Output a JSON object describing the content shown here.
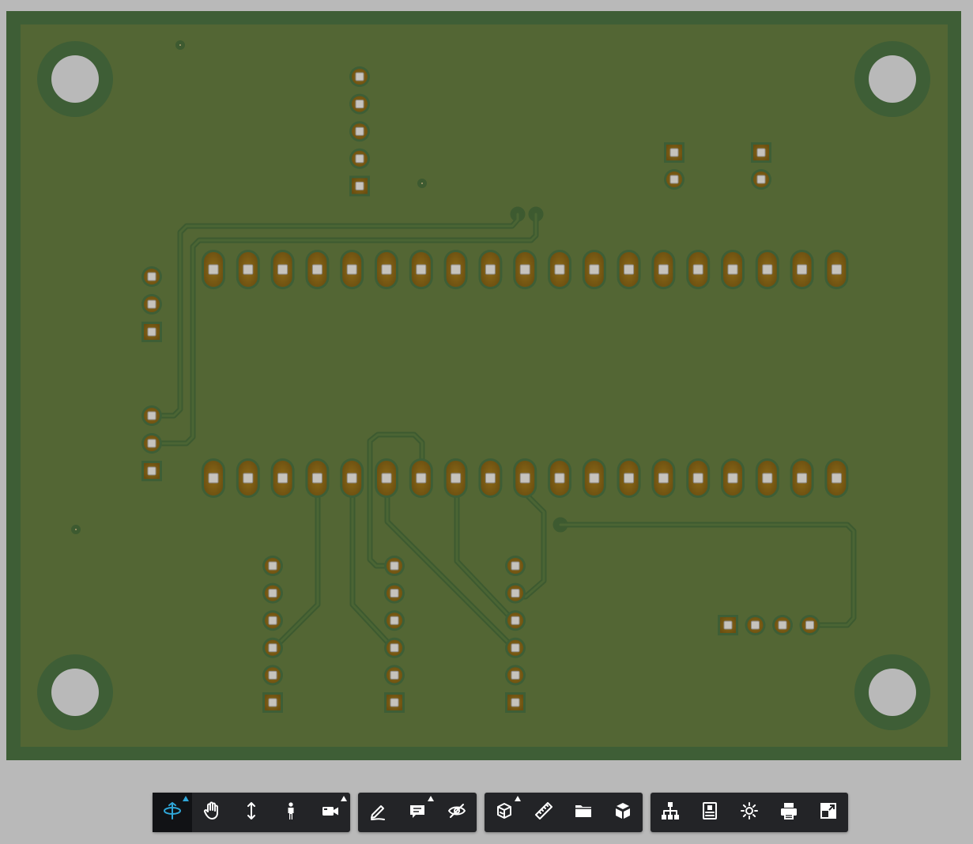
{
  "viewer": {
    "background_color": "#b9b9b9",
    "board": {
      "substrate_color": "#3e5e36",
      "mask_color": "#536634",
      "pad_color": "#7a5a14",
      "trace_color": "#3f5a31",
      "mounting_holes": 4,
      "pin_rows": [
        {
          "name": "upper-header-row",
          "pins": 19
        },
        {
          "name": "lower-header-row",
          "pins": 19
        }
      ],
      "connectors": [
        {
          "name": "top-5-pin-header",
          "pins": 5
        },
        {
          "name": "left-3-pin-header-upper",
          "pins": 3
        },
        {
          "name": "left-3-pin-header-lower",
          "pins": 3
        },
        {
          "name": "right-2-pin-header-a",
          "pins": 2
        },
        {
          "name": "right-2-pin-header-b",
          "pins": 2
        },
        {
          "name": "bottom-6-pin-header-a",
          "pins": 6
        },
        {
          "name": "bottom-6-pin-header-b",
          "pins": 6
        },
        {
          "name": "bottom-6-pin-header-c",
          "pins": 6
        },
        {
          "name": "bottom-right-4-pin-header",
          "pins": 4
        }
      ]
    }
  },
  "toolbar": {
    "accent_color": "#2fa6d8",
    "groups": [
      {
        "name": "navigation-tools",
        "tools": [
          {
            "id": "orbit",
            "icon": "orbit-icon",
            "active": true,
            "flyout": true
          },
          {
            "id": "pan",
            "icon": "pan-hand-icon",
            "active": false,
            "flyout": false
          },
          {
            "id": "zoom",
            "icon": "zoom-arrows-icon",
            "active": false,
            "flyout": false
          },
          {
            "id": "first-person",
            "icon": "person-icon",
            "active": false,
            "flyout": false
          },
          {
            "id": "camera",
            "icon": "video-camera-icon",
            "active": false,
            "flyout": true
          }
        ]
      },
      {
        "name": "markup-tools",
        "tools": [
          {
            "id": "markup",
            "icon": "pencil-icon",
            "active": false,
            "flyout": false
          },
          {
            "id": "comment",
            "icon": "comment-icon",
            "active": false,
            "flyout": true
          },
          {
            "id": "hide",
            "icon": "eye-hidden-icon",
            "active": false,
            "flyout": false
          }
        ]
      },
      {
        "name": "analysis-tools",
        "tools": [
          {
            "id": "section",
            "icon": "section-box-icon",
            "active": false,
            "flyout": true
          },
          {
            "id": "measure",
            "icon": "ruler-icon",
            "active": false,
            "flyout": false
          },
          {
            "id": "folder",
            "icon": "folder-icon",
            "active": false,
            "flyout": false
          },
          {
            "id": "explode",
            "icon": "cube-explode-icon",
            "active": false,
            "flyout": false
          }
        ]
      },
      {
        "name": "settings-tools",
        "tools": [
          {
            "id": "model-browser",
            "icon": "hierarchy-icon",
            "active": false,
            "flyout": false
          },
          {
            "id": "properties",
            "icon": "properties-icon",
            "active": false,
            "flyout": false
          },
          {
            "id": "settings",
            "icon": "gear-icon",
            "active": false,
            "flyout": false
          },
          {
            "id": "print",
            "icon": "printer-icon",
            "active": false,
            "flyout": false
          },
          {
            "id": "fullscreen",
            "icon": "fullscreen-icon",
            "active": false,
            "flyout": false
          }
        ]
      }
    ]
  }
}
